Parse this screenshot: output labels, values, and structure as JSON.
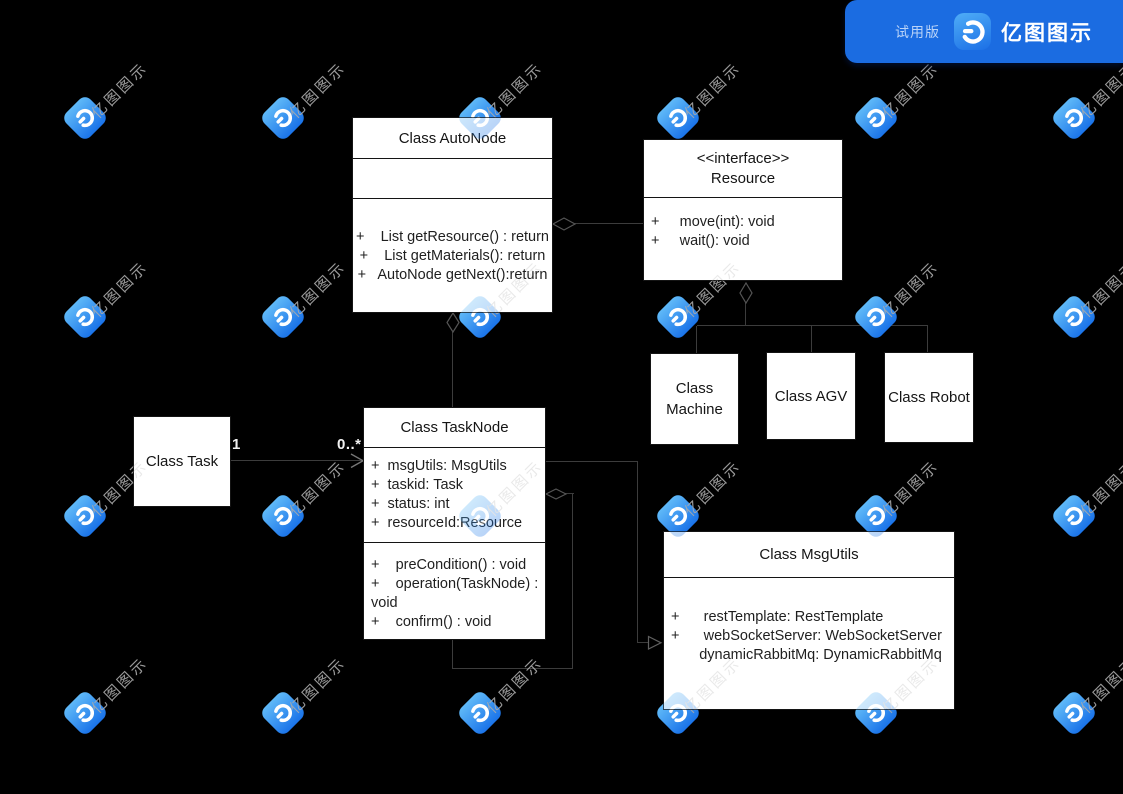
{
  "banner": {
    "trial_label": "试用版",
    "brand": "亿图图示",
    "bg_color": "#1b6ce1"
  },
  "watermark": {
    "text": "亿图图示",
    "logo_blue_light": "#5fb9f8",
    "logo_blue_dark": "#1a73e9",
    "cols": [
      85,
      283,
      480,
      678,
      876,
      1074
    ],
    "rows": [
      118,
      317,
      516,
      713
    ]
  },
  "diagram": {
    "classes": {
      "autonode": {
        "title": "Class AutoNode",
        "methods": [
          "+    List getResource() : return",
          "+    List getMaterials(): return",
          "+   AutoNode getNext():return"
        ]
      },
      "resource": {
        "stereotype": "<<interface>>",
        "title": "Resource",
        "methods": [
          "+     move(int): void",
          "+     wait(): void"
        ]
      },
      "machine": {
        "title": "Class Machine"
      },
      "agv": {
        "title": "Class AGV"
      },
      "robot": {
        "title": "Class Robot"
      },
      "task": {
        "title": "Class Task"
      },
      "tasknode": {
        "title": "Class TaskNode",
        "attributes": [
          "+  msgUtils: MsgUtils",
          "+  taskid: Task",
          "+  status: int",
          "+  resourceId:Resource"
        ],
        "method_lines": [
          "+    preCondition() : void",
          "+    operation(TaskNode) :",
          "void",
          "+    confirm() : void"
        ]
      },
      "msgutils": {
        "title": "Class MsgUtils",
        "attribute_lines": [
          "+      restTemplate: RestTemplate",
          "+      webSocketServer: WebSocketServer",
          "       dynamicRabbitMq: DynamicRabbitMq"
        ]
      }
    },
    "labels": {
      "task_multiplicity": "1",
      "tasknode_multiplicity": "0..*"
    }
  }
}
